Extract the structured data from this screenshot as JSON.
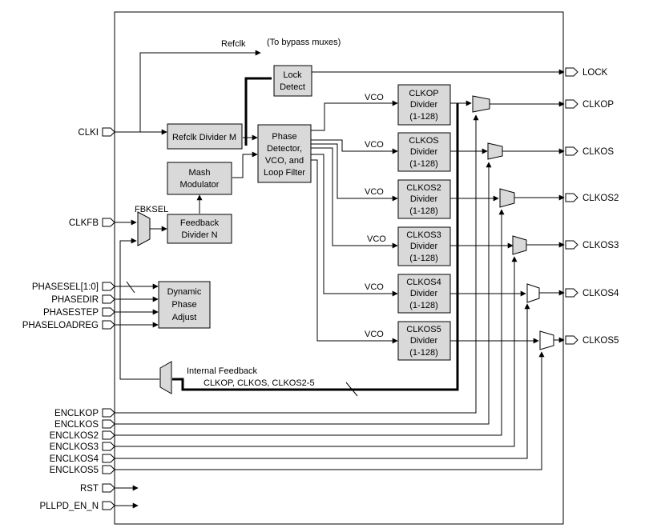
{
  "inputs": {
    "clki": "CLKI",
    "clkfb": "CLKFB",
    "phasesel": "PHASESEL[1:0]",
    "phasedir": "PHASEDIR",
    "phasestep": "PHASESTEP",
    "phaseloadreg": "PHASELOADREG",
    "enclkop": "ENCLKOP",
    "enclkos": "ENCLKOS",
    "enclkos2": "ENCLKOS2",
    "enclkos3": "ENCLKOS3",
    "enclkos4": "ENCLKOS4",
    "enclkos5": "ENCLKOS5",
    "rst": "RST",
    "pllpd_en_n": "PLLPD_EN_N"
  },
  "outputs": {
    "lock": "LOCK",
    "clkop": "CLKOP",
    "clkos": "CLKOS",
    "clkos2": "CLKOS2",
    "clkos3": "CLKOS3",
    "clkos4": "CLKOS4",
    "clkos5": "CLKOS5"
  },
  "blocks": {
    "refclk_divider": "Refclk Divider M",
    "mash_1": "Mash",
    "mash_2": "Modulator",
    "feedback_1": "Feedback",
    "feedback_2": "Divider N",
    "dpa_1": "Dynamic",
    "dpa_2": "Phase",
    "dpa_3": "Adjust",
    "pd_1": "Phase",
    "pd_2": "Detector,",
    "pd_3": "VCO, and",
    "pd_4": "Loop Filter",
    "lock_1": "Lock",
    "lock_2": "Detect"
  },
  "dividers": [
    {
      "name": "CLKOP",
      "l2": "Divider",
      "l3": "(1-128)",
      "vco": "VCO"
    },
    {
      "name": "CLKOS",
      "l2": "Divider",
      "l3": "(1-128)",
      "vco": "VCO"
    },
    {
      "name": "CLKOS2",
      "l2": "Divider",
      "l3": "(1-128)",
      "vco": "VCO"
    },
    {
      "name": "CLKOS3",
      "l2": "Divider",
      "l3": "(1-128)",
      "vco": "VCO"
    },
    {
      "name": "CLKOS4",
      "l2": "Divider",
      "l3": "(1-128)",
      "vco": "VCO"
    },
    {
      "name": "CLKOS5",
      "l2": "Divider",
      "l3": "(1-128)",
      "vco": "VCO"
    }
  ],
  "labels": {
    "refclk": "Refclk",
    "bypass": "(To bypass muxes)",
    "fbksel": "FBKSEL",
    "internal_feedback_1": "Internal Feedback",
    "internal_feedback_2": "CLKOP, CLKOS, CLKOS2-5"
  }
}
